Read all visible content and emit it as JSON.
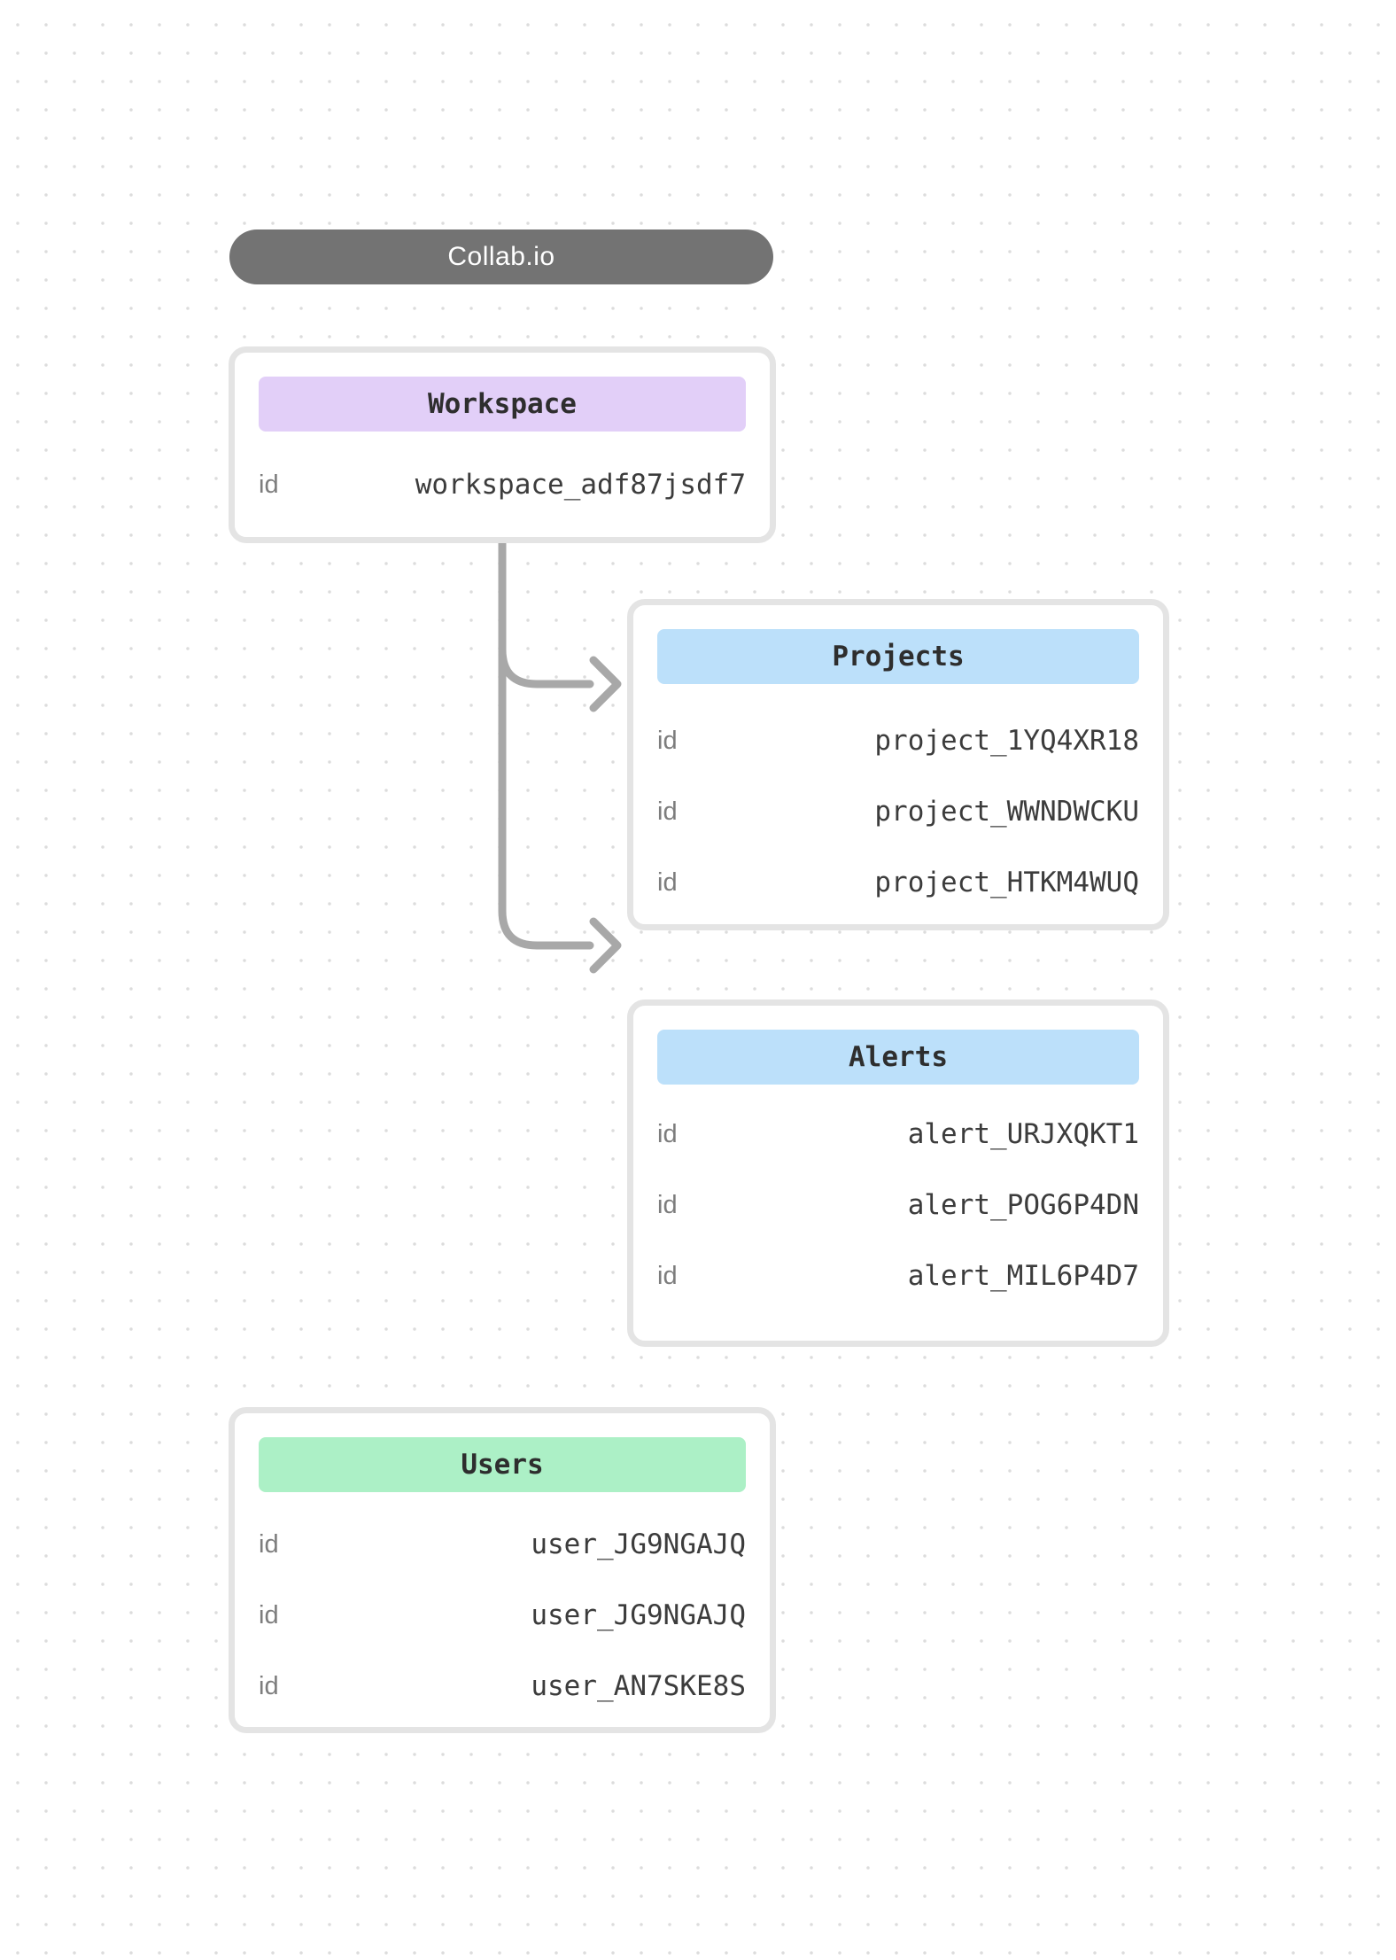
{
  "app": {
    "title": "Collab.io"
  },
  "colors": {
    "canvas-dot": "#dcdcdc",
    "pill-bg": "#737373",
    "pill-text": "#ffffff",
    "card-bg": "#ffffff",
    "card-border": "#e4e4e4",
    "header-text": "#2e2e2e",
    "key-text": "#7d7d7d",
    "value-text": "#3c3c3c",
    "connector": "#a8a8a8",
    "workspace-header-bg": "#e2cff8",
    "projects-header-bg": "#bce0fa",
    "alerts-header-bg": "#bce0fa",
    "users-header-bg": "#acf0c6"
  },
  "nodes": {
    "workspace": {
      "title": "Workspace",
      "rows": [
        {
          "key": "id",
          "value": "workspace_adf87jsdf7"
        }
      ]
    },
    "projects": {
      "title": "Projects",
      "rows": [
        {
          "key": "id",
          "value": "project_1YQ4XR18"
        },
        {
          "key": "id",
          "value": "project_WWNDWCKU"
        },
        {
          "key": "id",
          "value": "project_HTKM4WUQ"
        }
      ]
    },
    "alerts": {
      "title": "Alerts",
      "rows": [
        {
          "key": "id",
          "value": "alert_URJXQKT1"
        },
        {
          "key": "id",
          "value": "alert_POG6P4DN"
        },
        {
          "key": "id",
          "value": "alert_MIL6P4D7"
        }
      ]
    },
    "users": {
      "title": "Users",
      "rows": [
        {
          "key": "id",
          "value": "user_JG9NGAJQ"
        },
        {
          "key": "id",
          "value": "user_JG9NGAJQ"
        },
        {
          "key": "id",
          "value": "user_AN7SKE8S"
        }
      ]
    }
  }
}
